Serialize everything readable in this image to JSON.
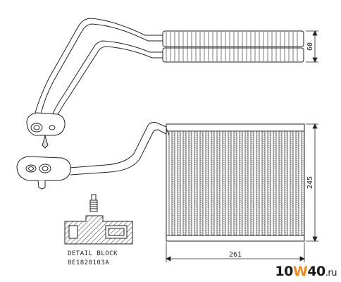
{
  "dimensions": {
    "pipe_height": "60",
    "core_height": "245",
    "core_width": "261"
  },
  "detail": {
    "title": "DETAIL BLOCK",
    "part_number": "8E1820103A"
  },
  "watermark": {
    "prefix": "10",
    "accent": "W",
    "suffix": "40",
    "tld": ".ru",
    "accent_color": "#f08a1a",
    "dark_color": "#1a1a1a"
  },
  "colors": {
    "line": "#222222",
    "fin": "#555555"
  }
}
